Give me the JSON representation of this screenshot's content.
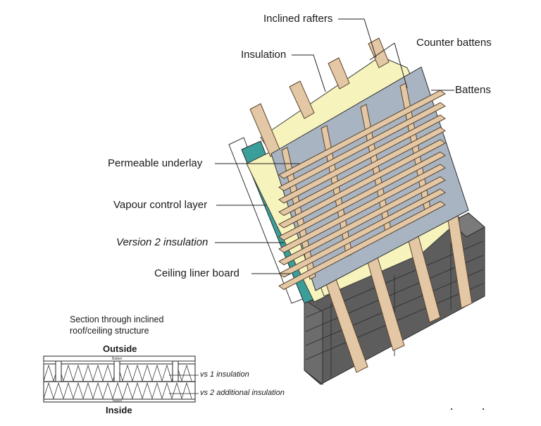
{
  "labels": {
    "inclined_rafters": "Inclined rafters",
    "insulation": "Insulation",
    "counter_battens": "Counter battens",
    "battens": "Battens",
    "permeable_underlay": "Permeable  underlay",
    "vapour_control_layer": "Vapour control layer",
    "version2_insulation": "Version 2 insulation",
    "ceiling_liner_board": "Ceiling liner board"
  },
  "section": {
    "caption_line1": "Section through inclined",
    "caption_line2": "roof/ceiling structure",
    "outside": "Outside",
    "inside": "Inside",
    "vs1": "vs 1 insulation",
    "vs2": "vs 2 additional insulation",
    "batten_tag": "Batten",
    "board_tag": "board"
  },
  "colors": {
    "timber": "#e4c7a4",
    "timber_stroke": "#5a4630",
    "insulation": "#f7f3bd",
    "underlay": "#a8b4c2",
    "vcl": "#3a9f9a",
    "masonry": "#5c5c5c",
    "masonry_dark": "#3a3a3a"
  }
}
